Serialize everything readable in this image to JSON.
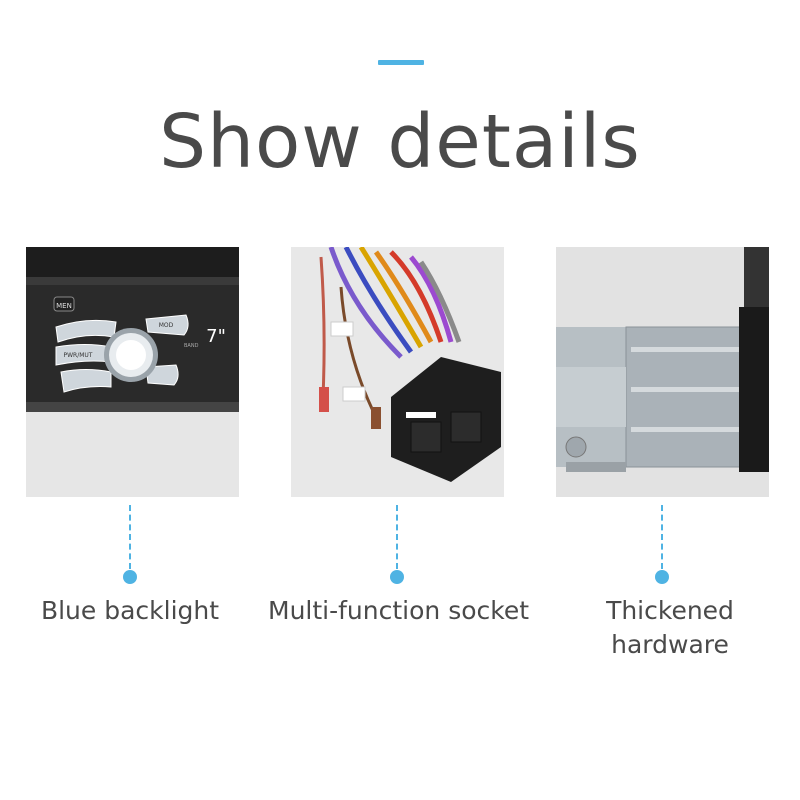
{
  "header": {
    "title": "Show details",
    "accent_color": "#4fb3e3"
  },
  "features": [
    {
      "label": "Blue backlight",
      "icon": "car-radio-front-panel-image",
      "panel_text": {
        "men": "MEN",
        "mod": "MOD",
        "pwr": "PWR/MUT",
        "band": "BAND",
        "size": "7\""
      }
    },
    {
      "label": "Multi-function socket",
      "icon": "wiring-harness-connector-image"
    },
    {
      "label_line1": "Thickened",
      "label_line2": "hardware",
      "icon": "metal-chassis-image"
    }
  ]
}
